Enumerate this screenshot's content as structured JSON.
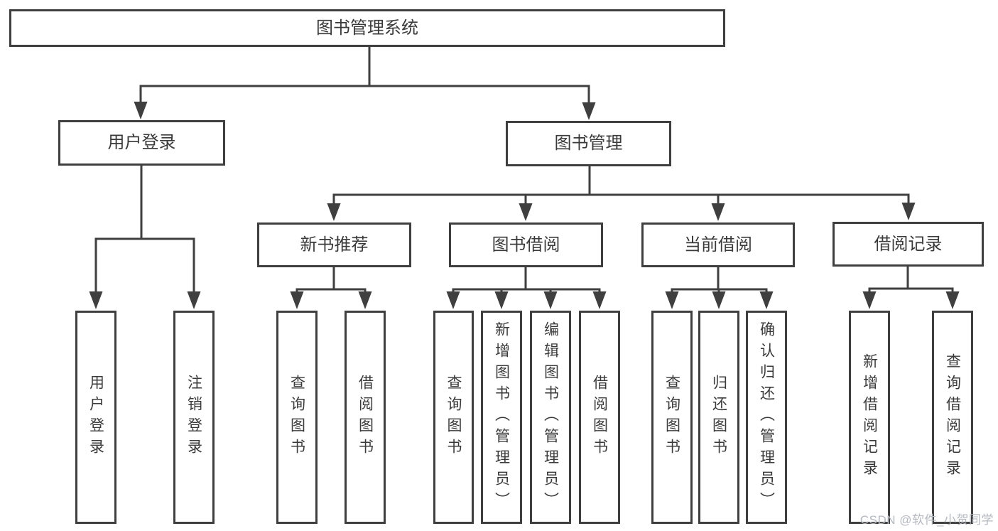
{
  "diagram": {
    "root": {
      "label": "图书管理系统"
    },
    "level2": {
      "user_login": {
        "label": "用户登录"
      },
      "book_mgmt": {
        "label": "图书管理"
      }
    },
    "level3": {
      "new_book_rec": {
        "label": "新书推荐"
      },
      "book_borrow": {
        "label": "图书借阅"
      },
      "current_borrow": {
        "label": "当前借阅"
      },
      "borrow_records": {
        "label": "借阅记录"
      }
    },
    "leaves": {
      "user_login": {
        "label": "用户登录"
      },
      "logout": {
        "label": "注销登录"
      },
      "rec_query_books": {
        "label": "查询图书"
      },
      "rec_borrow_books": {
        "label": "借阅图书"
      },
      "bor_query_books": {
        "label": "查询图书"
      },
      "bor_add_books": {
        "label": "新增图书（管理员）"
      },
      "bor_edit_books": {
        "label": "编辑图书（管理员）"
      },
      "bor_borrow_books": {
        "label": "借阅图书"
      },
      "cur_query_books": {
        "label": "查询图书"
      },
      "cur_return_books": {
        "label": "归还图书"
      },
      "cur_confirm_return": {
        "label": "确认归还（管理员）"
      },
      "log_add_record": {
        "label": "新增借阅记录"
      },
      "log_query_record": {
        "label": "查询借阅记录"
      }
    }
  },
  "watermark": {
    "text": "CSDN @软件_小贺同学"
  },
  "colors": {
    "line": "#3f3f3f",
    "text": "#3a3a3a",
    "watermark": "#b4b8bf",
    "background": "#ffffff"
  }
}
